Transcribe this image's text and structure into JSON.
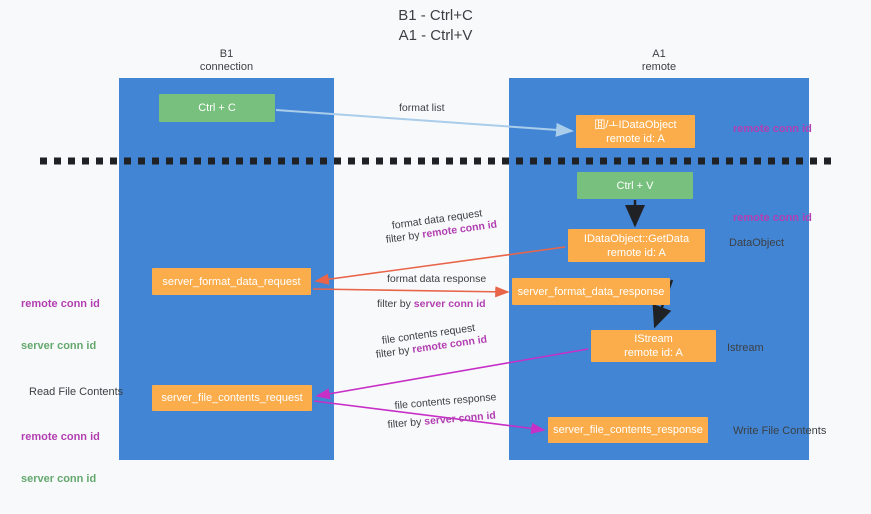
{
  "title": {
    "line1": "B1 - Ctrl+C",
    "line2": "A1 - Ctrl+V"
  },
  "lanes": [
    {
      "id": "b1",
      "name": "B1",
      "sub": "connection"
    },
    {
      "id": "a1",
      "name": "A1",
      "sub": "remote"
    }
  ],
  "nodes": {
    "ctrl_c": {
      "label": "Ctrl + C",
      "color": "#78c07d"
    },
    "idataobject": {
      "line1": "囬/ㅗIDataObject",
      "line2": "remote id: A",
      "color": "#fbad4c"
    },
    "ctrl_v": {
      "label": "Ctrl + V",
      "color": "#78c07d"
    },
    "getdata": {
      "line1": "IDataObject::GetData",
      "line2": "remote id: A",
      "color": "#fbad4c"
    },
    "server_format_data_request": {
      "label": "server_format_data_request",
      "color": "#fbad4c"
    },
    "server_format_data_response": {
      "label": "server_format_data_response",
      "color": "#fbad4c"
    },
    "istream": {
      "line1": "IStream",
      "line2": "remote id: A",
      "color": "#fbad4c"
    },
    "server_file_contents_request": {
      "label": "server_file_contents_request",
      "color": "#fbad4c"
    },
    "server_file_contents_response": {
      "label": "server_file_contents_response",
      "color": "#fbad4c"
    }
  },
  "edge_labels": {
    "format_list": "format list",
    "format_data_request": "format data request",
    "format_data_request_filter_prefix": "filter by ",
    "format_data_request_filter_key": "remote conn id",
    "format_data_response": "format data response",
    "format_data_response_filter_prefix": "filter by ",
    "format_data_response_filter_key": "server conn id",
    "file_contents_request": "file contents request",
    "file_contents_request_filter_prefix": "filter by ",
    "file_contents_request_filter_key": "remote conn id",
    "file_contents_response": "file contents response",
    "file_contents_response_filter_prefix": "filter by ",
    "file_contents_response_filter_key": "server conn id"
  },
  "side_labels": {
    "remote_conn_id_top": "remote conn id",
    "remote_conn_id_mid": "remote conn id",
    "dataobject": "DataObject",
    "istream": "Istream",
    "write_file_contents": "Write File Contents",
    "left_remote_conn_id": "remote conn id",
    "left_server_conn_id": "server conn id",
    "read_file_contents": "Read File Contents",
    "left_remote_conn_id_2": "remote conn id",
    "left_server_conn_id_2": "server conn id"
  },
  "colors": {
    "lane": "#4285d4",
    "orange": "#fbad4c",
    "green": "#78c07d",
    "purple": "#b23fb2",
    "green_text": "#64a86e",
    "red_arrow": "#e8654a",
    "magenta_arrow": "#c72fc7",
    "light_blue_arrow": "#a9cdea",
    "black_arrow": "#202124",
    "divider": "#202124",
    "background": "#f8f9fa"
  }
}
